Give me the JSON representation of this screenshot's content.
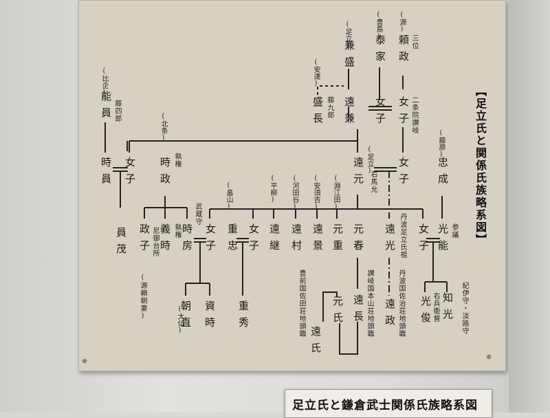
{
  "title": "【足立氏と関係氏族略系図】",
  "plate": "足立氏と鎌倉武士関係氏族略系図",
  "people": [
    {
      "id": "yoshikazu",
      "name": "能員",
      "clan": "(比企)",
      "note": "藤四郎"
    },
    {
      "id": "tokikazu",
      "name": "時員",
      "clan": "",
      "note": ""
    },
    {
      "id": "kazumo",
      "name": "員茂",
      "clan": "",
      "note": ""
    },
    {
      "id": "onna_hiki",
      "name": "女子",
      "clan": "",
      "note": ""
    },
    {
      "id": "tokimasa",
      "name": "時政",
      "clan": "(北条)",
      "note": "執権"
    },
    {
      "id": "masako",
      "name": "政子",
      "clan": "",
      "note": "尼御台所"
    },
    {
      "id": "yoshitoki",
      "name": "義時",
      "clan": "",
      "note": "執権"
    },
    {
      "id": "tokifusa",
      "name": "時房",
      "clan": "",
      "note": "武蔵守"
    },
    {
      "id": "tomotoki",
      "name": "朝直",
      "clan": "(大仏)",
      "note": ""
    },
    {
      "id": "sukedoki",
      "name": "資時",
      "clan": "",
      "note": ""
    },
    {
      "id": "kanemori",
      "name": "兼盛",
      "clan": "(足立)",
      "note": ""
    },
    {
      "id": "morinaga",
      "name": "盛長",
      "clan": "(安達)",
      "note": "藤九郎"
    },
    {
      "id": "tokane",
      "name": "遠兼",
      "clan": "",
      "note": ""
    },
    {
      "id": "yasuie",
      "name": "泰家",
      "clan": "(豊島)",
      "note": ""
    },
    {
      "id": "onna_toshima",
      "name": "女子",
      "clan": "",
      "note": ""
    },
    {
      "id": "yorimasa",
      "name": "頼政",
      "clan": "(源)",
      "note": "三位"
    },
    {
      "id": "onna_gen",
      "name": "女子",
      "clan": "",
      "note": "二条院讃岐"
    },
    {
      "id": "onna_gen2",
      "name": "女子",
      "clan": "",
      "note": ""
    },
    {
      "id": "tomoto",
      "name": "遠元",
      "clan": "(足立)",
      "note": "右馬允"
    },
    {
      "id": "tadanari",
      "name": "忠成",
      "clan": "(藤原)",
      "note": ""
    },
    {
      "id": "mitsuyoshi",
      "name": "光能",
      "clan": "",
      "note": "参議"
    },
    {
      "id": "onna_a",
      "name": "女子",
      "clan": "(畠山)",
      "note": ""
    },
    {
      "id": "shigetada",
      "name": "重忠",
      "clan": "",
      "note": ""
    },
    {
      "id": "shigehide",
      "name": "重秀",
      "clan": "",
      "note": ""
    },
    {
      "id": "onna_b",
      "name": "女子",
      "clan": "(平柳)",
      "note": ""
    },
    {
      "id": "totsugu",
      "name": "遠継",
      "clan": "",
      "note": ""
    },
    {
      "id": "tomura",
      "name": "遠村",
      "clan": "(河田谷)",
      "note": ""
    },
    {
      "id": "tokage",
      "name": "遠景",
      "clan": "(安須吉)",
      "note": ""
    },
    {
      "id": "motoshige",
      "name": "元重",
      "clan": "(淵江田)",
      "note": ""
    },
    {
      "id": "motoharu",
      "name": "元春",
      "clan": "",
      "note": ""
    },
    {
      "id": "tonaga",
      "name": "遠長",
      "clan": "",
      "note": "讃岐国本山荘地頭職"
    },
    {
      "id": "motouji",
      "name": "元氏",
      "clan": "",
      "note": ""
    },
    {
      "id": "touji",
      "name": "遠氏",
      "clan": "",
      "note": "豊前国佐田荘地頭職"
    },
    {
      "id": "tomitsu",
      "name": "遠光",
      "clan": "",
      "note": "丹波足立氏祖"
    },
    {
      "id": "tomasa",
      "name": "遠政",
      "clan": "",
      "note": "丹波国佐治荘地頭職"
    },
    {
      "id": "onna_c",
      "name": "女子",
      "clan": "",
      "note": ""
    },
    {
      "id": "tomomitsu",
      "name": "知光",
      "clan": "",
      "note": "紀伊守・淡路守"
    },
    {
      "id": "mitsutoshi",
      "name": "光俊",
      "clan": "",
      "note": "右兵衛督"
    }
  ],
  "annotation_masako": "(源頼朝妻)"
}
